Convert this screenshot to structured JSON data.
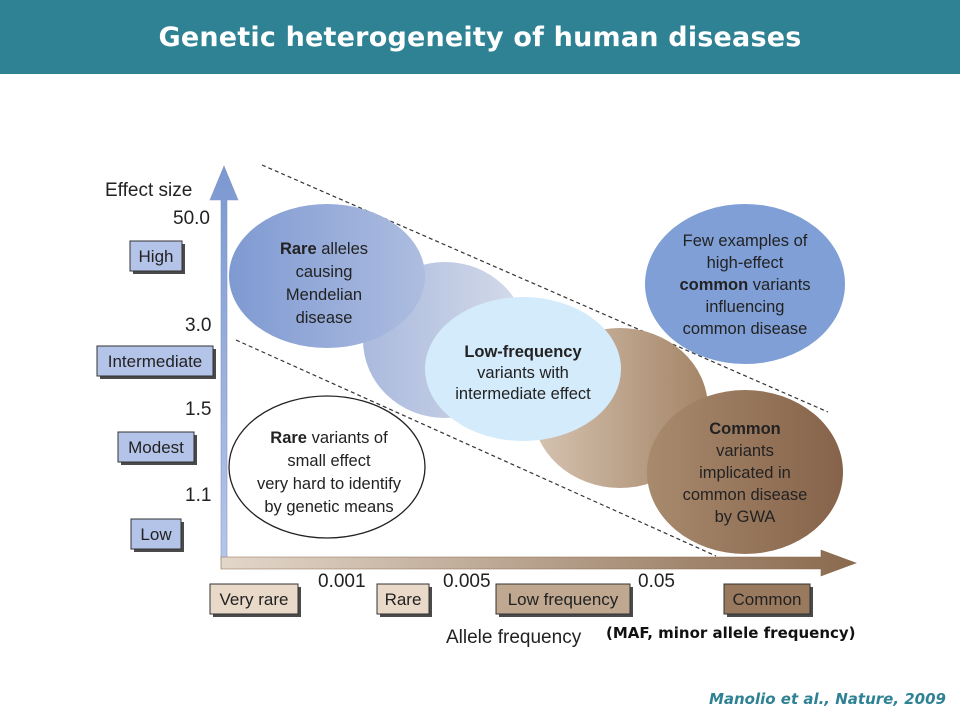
{
  "header": {
    "title": "Genetic heterogeneity of human diseases"
  },
  "y_axis": {
    "label": "Effect size",
    "ticks": [
      "50.0",
      "3.0",
      "1.5",
      "1.1"
    ],
    "categories": [
      "High",
      "Intermediate",
      "Modest",
      "Low"
    ]
  },
  "x_axis": {
    "label": "Allele frequency",
    "ticks": [
      "0.001",
      "0.005",
      "0.05"
    ],
    "categories": [
      "Very rare",
      "Rare",
      "Low frequency",
      "Common"
    ],
    "note": "(MAF, minor allele frequency)"
  },
  "regions": {
    "rare_mendelian": {
      "bold": "Rare",
      "line1": " alleles",
      "line2": "causing",
      "line3": "Mendelian",
      "line4": "disease"
    },
    "low_frequency": {
      "bold": "Low-frequency",
      "line2": "variants with",
      "line3": "intermediate effect"
    },
    "common": {
      "bold": "Common",
      "line2": "variants",
      "line3": "implicated in",
      "line4": "common disease",
      "line5": "by GWA"
    },
    "rare_small": {
      "bold": "Rare",
      "line1": " variants of",
      "line2": "small effect",
      "line3": "very hard to identify",
      "line4": "by genetic means"
    },
    "few_common_high": {
      "line1": "Few examples of",
      "line2": "high-effect",
      "bold": "common",
      "line3": " variants",
      "line4": "influencing",
      "line5": "common disease"
    }
  },
  "citation": "Manolio et al., Nature, 2009",
  "colors": {
    "header": "#2e8294",
    "blue": "#7f9fd6",
    "light_blue": "#d6ecfa",
    "brown": "#8c6a4e",
    "y_box": "#b4c3e8",
    "x_box": "#e9d9c8"
  }
}
